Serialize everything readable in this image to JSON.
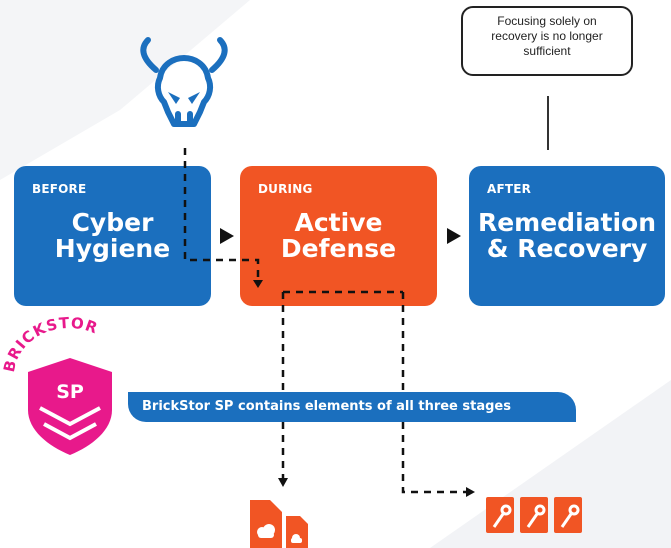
{
  "callout": {
    "text_line1": "Focusing solely on",
    "text_line2": "recovery is no longer",
    "text_line3": "sufficient"
  },
  "stages": [
    {
      "tag": "BEFORE",
      "title_line1": "Cyber",
      "title_line2": "Hygiene"
    },
    {
      "tag": "DURING",
      "title_line1": "Active",
      "title_line2": "Defense"
    },
    {
      "tag": "AFTER",
      "title_line1": "Remediation",
      "title_line2": "& Recovery"
    }
  ],
  "banner": {
    "text": "BrickStor SP contains elements of all three stages"
  },
  "logo": {
    "wordmark": "BRICKSTOR",
    "badge": "SP"
  },
  "icons": {
    "threat": "horned-skull-icon",
    "files": "cloud-document-icon",
    "keys": "encrypted-key-document-icon"
  },
  "colors": {
    "blue": "#1b6fbe",
    "orange": "#f15524",
    "pink": "#e8198b"
  }
}
